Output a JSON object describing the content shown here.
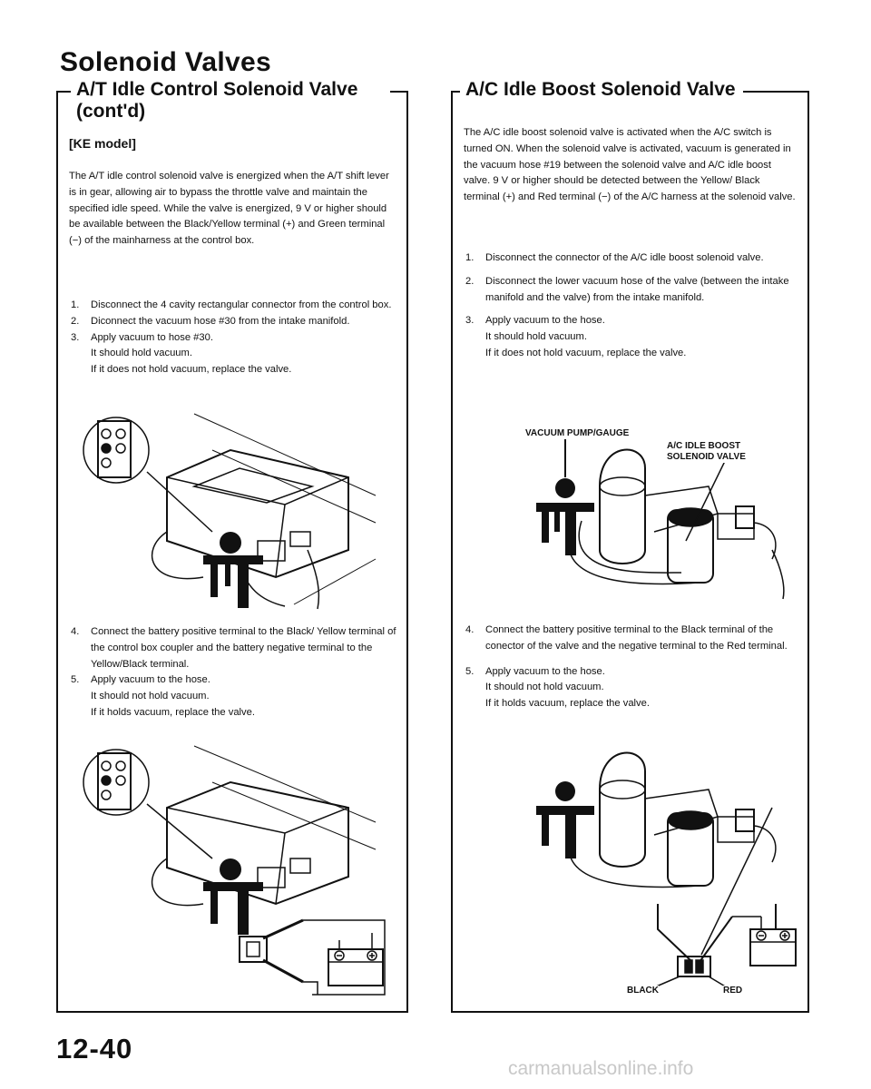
{
  "page": {
    "title": "Solenoid Valves",
    "number": "12-40",
    "watermark": "carmanualsonline.info"
  },
  "left": {
    "heading": "A/T Idle Control Solenoid Valve (cont'd)",
    "subheading": "[KE model]",
    "intro": "The A/T idle control solenoid valve is energized when the A/T shift lever is in gear, allowing air to bypass the throttle valve and maintain the specified idle speed. While the valve is energized, 9 V or higher should be available between the Black/Yellow terminal (+) and Green terminal (−) of the mainharness at the control box.",
    "steps_a": [
      {
        "num": "1.",
        "text": "Disconnect the 4 cavity rectangular connector from the control box."
      },
      {
        "num": "2.",
        "text": "Diconnect the vacuum hose #30 from the intake manifold."
      },
      {
        "num": "3.",
        "text": "Apply vacuum to hose #30.\nIt should hold vacuum.\nIf it does not hold vacuum, replace the valve."
      }
    ],
    "steps_b": [
      {
        "num": "4.",
        "text": "Connect the battery positive terminal to the Black/ Yellow terminal of the control box coupler and the battery negative terminal to the Yellow/Black terminal."
      },
      {
        "num": "5.",
        "text": "Apply vacuum to the hose.\nIt should not hold vacuum.\nIf it holds vacuum, replace the valve."
      }
    ]
  },
  "right": {
    "heading": "A/C Idle Boost Solenoid Valve",
    "intro": "The A/C idle boost solenoid valve is activated when the A/C switch is turned ON. When the solenoid valve is activated, vacuum is generated in the vacuum hose #19 between the solenoid valve and A/C idle boost valve. 9 V or higher should be detected between the Yellow/ Black terminal (+) and Red terminal (−) of the A/C harness at the solenoid valve.",
    "steps_a": [
      {
        "num": "1.",
        "text": "Disconnect the connector of the A/C idle boost solenoid valve."
      },
      {
        "num": "2.",
        "text": "Disconnect the lower vacuum hose of the valve (between the intake manifold and the valve) from the intake manifold."
      },
      {
        "num": "3.",
        "text": "Apply vacuum to the hose.\nIt should hold vacuum.\nIf it does not hold vacuum, replace the valve."
      }
    ],
    "steps_b": [
      {
        "num": "4.",
        "text": "Connect the battery positive terminal to the Black terminal of the conector of the valve and the negative terminal to the Red terminal."
      },
      {
        "num": "5.",
        "text": "Apply vacuum to the hose.\nIt should not hold vacuum.\nIf it holds vacuum, replace the valve."
      }
    ],
    "fig1_labels": {
      "pump": "VACUUM PUMP/GAUGE",
      "valve": "A/C IDLE BOOST\nSOLENOID VALVE"
    },
    "fig2_labels": {
      "black": "BLACK",
      "red": "RED"
    }
  },
  "colors": {
    "ink": "#111111",
    "watermark": "#c8c8c8"
  }
}
